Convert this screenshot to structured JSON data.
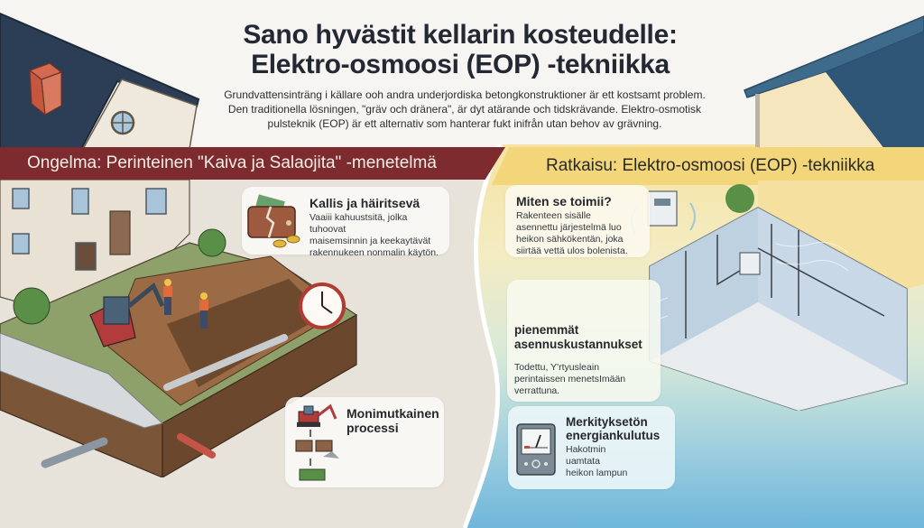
{
  "header": {
    "title_line1": "Sano hyvästit kellarin kosteudelle:",
    "title_line2": "Elektro-osmoosi (EOP) -tekniikka",
    "intro_line1": "Grundvattensinträng i källare ooh andra underjordiska betongkonstruktioner är ett kostsamt problem.",
    "intro_line2": "Den traditionella lösningen, \"gräv och dränera\", är dyt atärande och tidskrävande. Elektro-osmotisk",
    "intro_line3": "pulsteknik (EOP) är ett alternativ som hanterar fukt inifrån utan behov av grävning."
  },
  "problem": {
    "banner": "Ongelma: Perinteinen \"Kaiva ja Salaojita\" -menetelmä",
    "cards": [
      {
        "icon": "broken-wallet-icon",
        "title": "Kallis ja häiritsevä",
        "body_lines": [
          "Vaaiii kahuustsitä, jolka tuhoovat",
          "maisemsinnin ja keekaytävät",
          "rakennukeen nonmalin käytön."
        ]
      },
      {
        "icon": "excavation-process-icon",
        "title_lines": [
          "Monimutkainen",
          "processi"
        ]
      }
    ]
  },
  "solution": {
    "banner": "Ratkaisu: Elektro-osmoosi (EOP) -tekniikka",
    "cards": [
      {
        "title": "Miten se toimii?",
        "body_lines": [
          "Rakenteen sisälle",
          "asennettu järjestelmä luo",
          "heikon sähkökentän, joka",
          "siirtää vettä ulos bolenista."
        ]
      },
      {
        "title_lines": [
          "pienemmät",
          "asennuskustannukset"
        ],
        "body_lines": [
          "Todettu, Y'rtyusleain",
          "perintaissen menetsImään",
          "verrattuna."
        ]
      },
      {
        "icon": "meter-gauge-icon",
        "title_lines": [
          "Merkityksetön",
          "energiankulutus"
        ],
        "body_lines": [
          "Hakotmin",
          "uamtata",
          "heikon lampun"
        ]
      }
    ]
  },
  "colors": {
    "problem_banner": "#7d2b2e",
    "solution_banner": "#f3d57a",
    "roof": "#2c3e55",
    "left_bg": "#e7e2da",
    "right_bg_top": "#f6e3a2",
    "right_bg_bottom": "#6fb6dc"
  }
}
